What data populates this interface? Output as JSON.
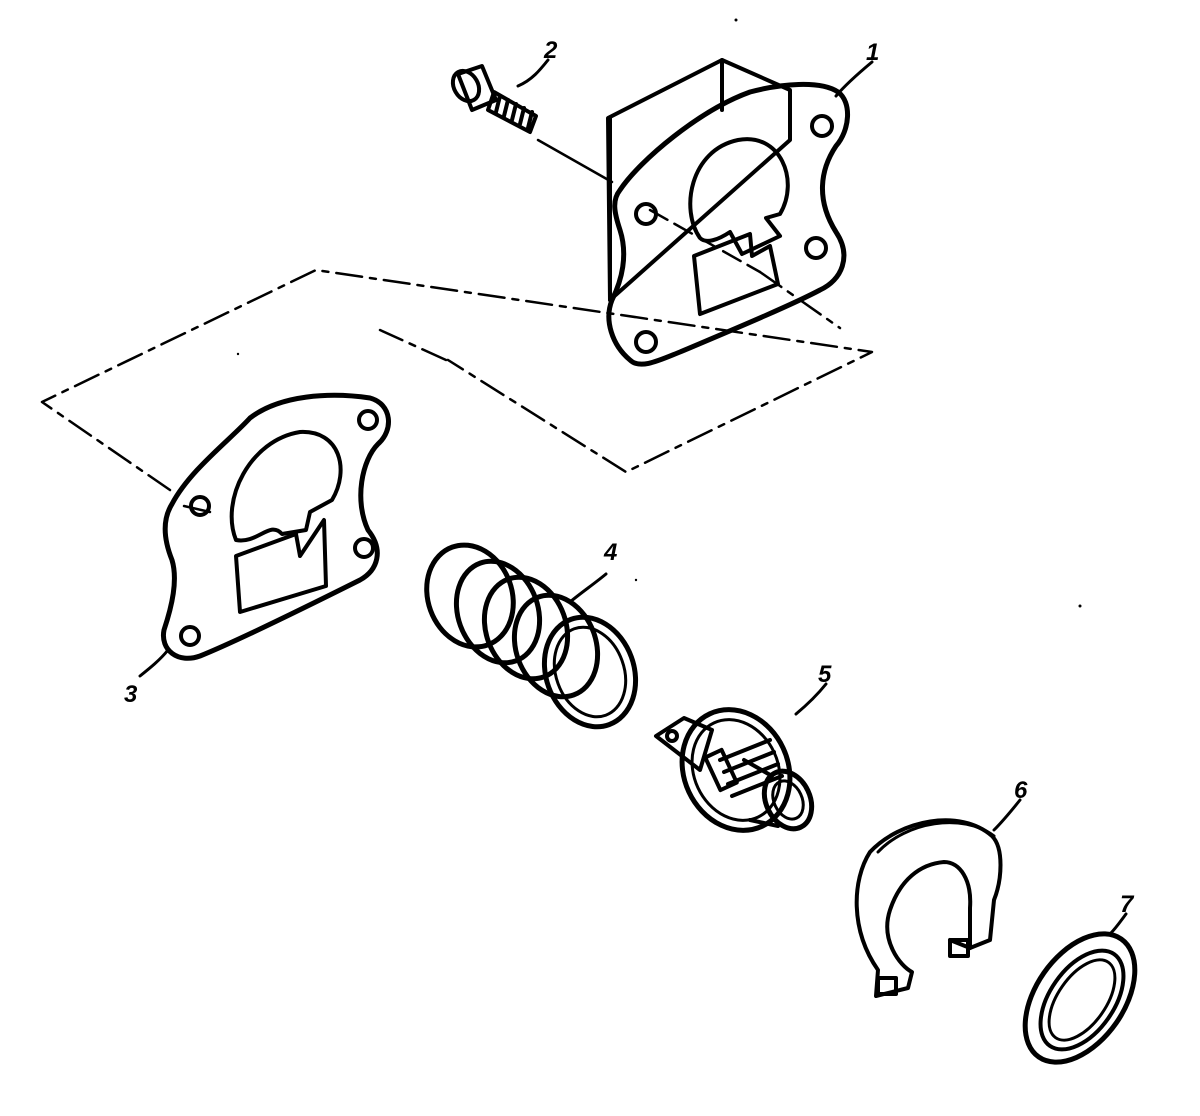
{
  "parts": [
    {
      "id": "housing",
      "label": "1"
    },
    {
      "id": "bolt",
      "label": "2"
    },
    {
      "id": "gasket",
      "label": "3"
    },
    {
      "id": "spring",
      "label": "4"
    },
    {
      "id": "thermostat",
      "label": "5"
    },
    {
      "id": "retainer",
      "label": "6"
    },
    {
      "id": "seal",
      "label": "7"
    }
  ],
  "colors": {
    "ink": "#000000",
    "paper": "#ffffff"
  }
}
